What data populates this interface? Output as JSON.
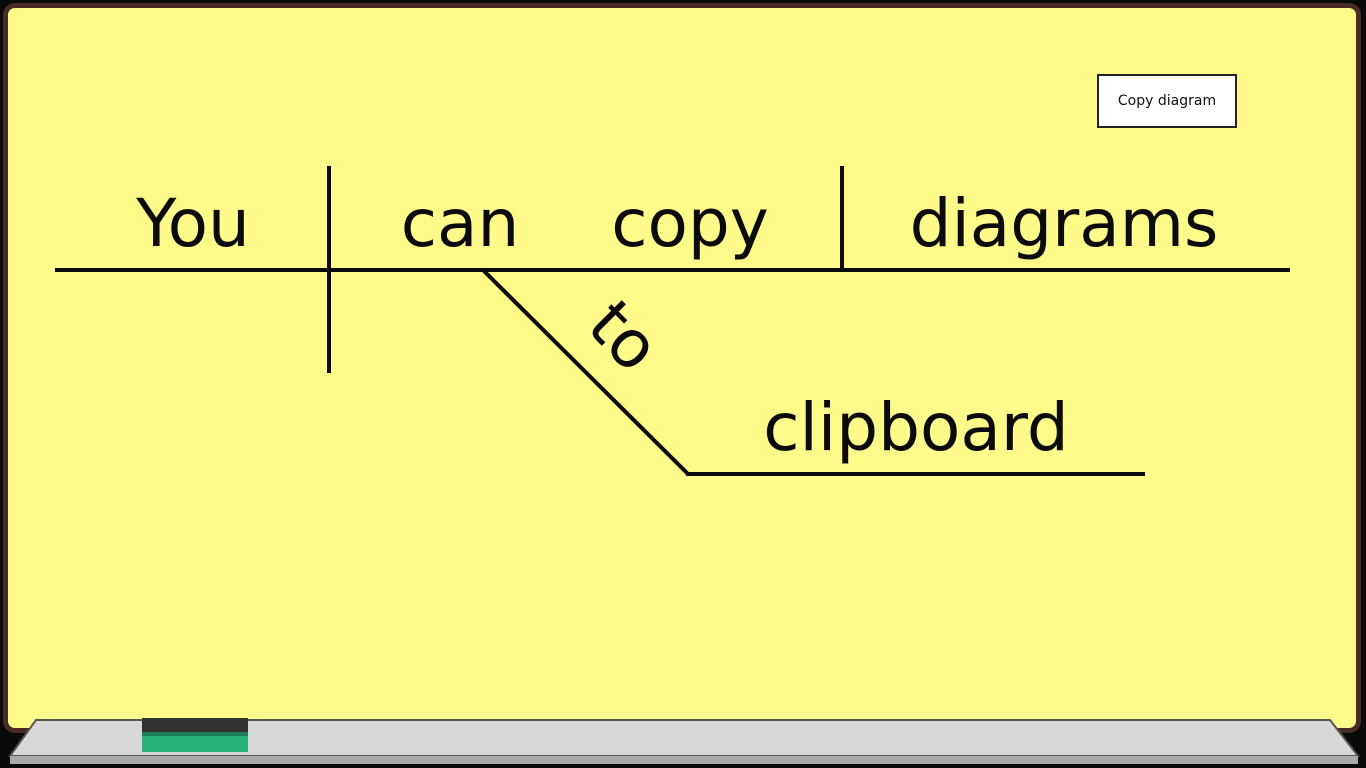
{
  "toolbar": {
    "copy_label": "Copy diagram"
  },
  "diagram": {
    "subject": "You",
    "helping_verb": "can",
    "verb": "copy",
    "direct_object": "diagrams",
    "preposition": "to",
    "prepositional_object": "clipboard"
  },
  "colors": {
    "board": "#fefb8a",
    "frame": "#4a2a24",
    "ink": "#0b0b0b",
    "eraser_top": "#333333",
    "eraser_felt": "#2ab07a"
  }
}
